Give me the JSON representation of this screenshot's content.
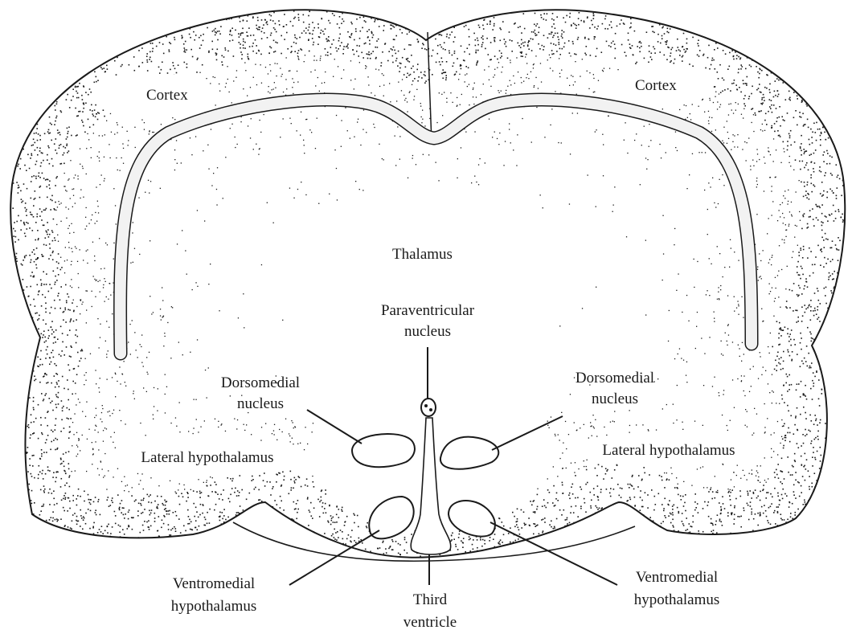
{
  "labels": {
    "cortex_left": "Cortex",
    "cortex_right": "Cortex",
    "thalamus": "Thalamus",
    "paraventricular_line1": "Paraventricular",
    "paraventricular_line2": "nucleus",
    "dorsomedial_left_line1": "Dorsomedial",
    "dorsomedial_left_line2": "nucleus",
    "dorsomedial_right_line1": "Dorsomedial",
    "dorsomedial_right_line2": "nucleus",
    "lateral_left": "Lateral hypothalamus",
    "lateral_right": "Lateral hypothalamus",
    "ventromedial_left_line1": "Ventromedial",
    "ventromedial_left_line2": "hypothalamus",
    "ventromedial_right_line1": "Ventromedial",
    "ventromedial_right_line2": "hypothalamus",
    "third_ventricle_line1": "Third",
    "third_ventricle_line2": "ventricle"
  },
  "colors": {
    "ink": "#1a1a1a",
    "background": "#ffffff"
  }
}
